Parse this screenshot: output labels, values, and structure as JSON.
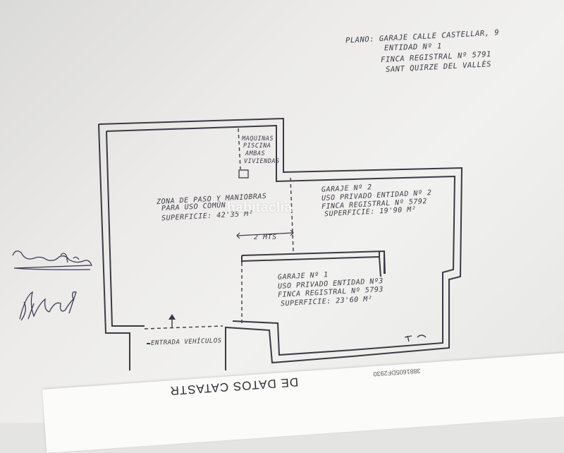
{
  "title_block": {
    "line1": "Plano: Garaje calle Castellar, 9",
    "line2": "Entidad Nº 1",
    "line3": "Finca Registral Nº 5791",
    "line4": "Sant Quirze del Vallès"
  },
  "zones": {
    "maquinas": [
      "Maquinas",
      "piscina",
      "ambas",
      "viviendas"
    ],
    "zona_paso": {
      "line1": "Zona de paso y maniobras",
      "line2": "para uso común",
      "line3": "Superficie: 42'35 m²"
    },
    "garaje2": {
      "line1": "Garaje Nº 2",
      "line2": "Uso privado entidad Nº 2",
      "line3": "Finca Registral Nº 5792",
      "line4": "Superficie: 19'90 m²"
    },
    "garaje1": {
      "line1": "Garaje Nº 1",
      "line2": "Uso privado entidad Nº3",
      "line3": "Finca Registral Nº 5793",
      "line4": "Superficie: 23'60 m²"
    },
    "dimension": "2 mts",
    "entrance": "Entrada vehículos"
  },
  "watermark": "habitaclia",
  "bottom_strip": {
    "text": "DE DATOS CATASTR",
    "ref": "3881605DF2930"
  }
}
